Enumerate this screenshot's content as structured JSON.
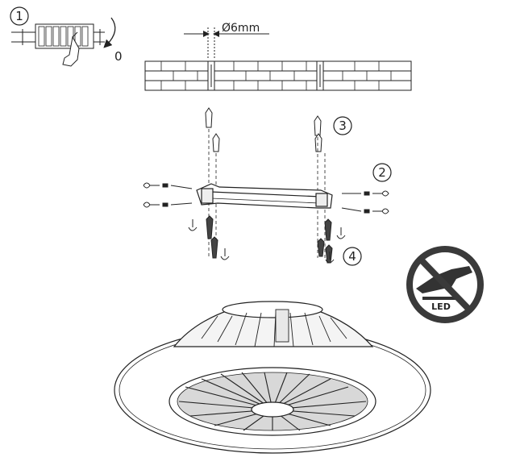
{
  "steps": {
    "step1": "1",
    "step2": "2",
    "step3": "3",
    "step4": "4"
  },
  "switch_position_label": "0",
  "drill_diameter_label": "Ø6mm",
  "warning_sign": {
    "badge_text": "LED"
  }
}
